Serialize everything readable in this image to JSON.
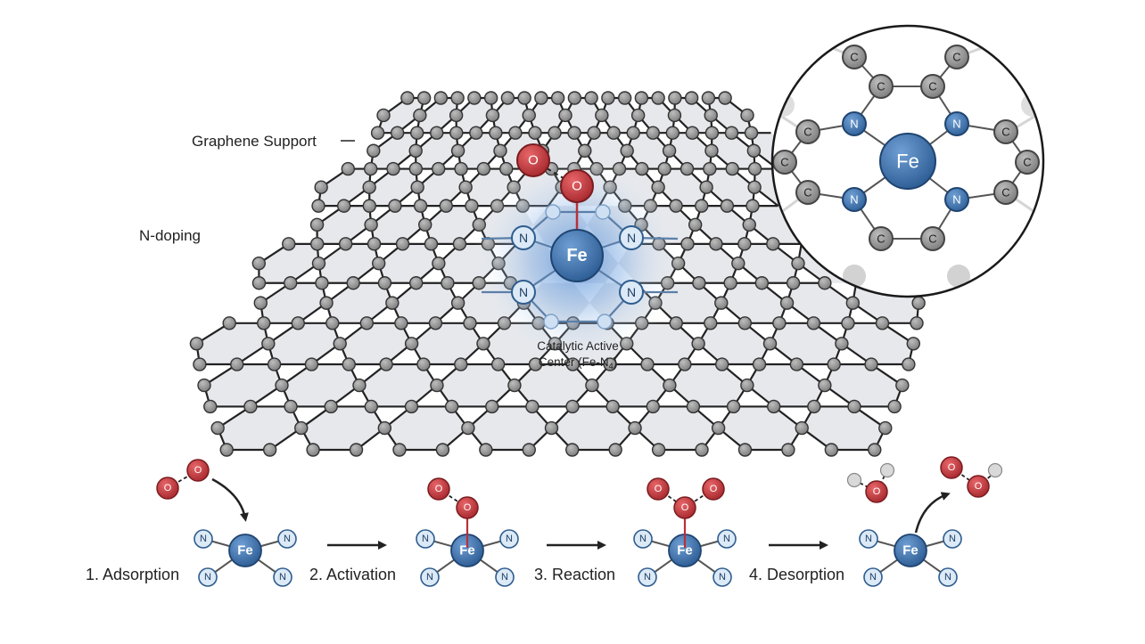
{
  "labels": {
    "graphene_support": "Graphene Support",
    "n_doping": "N-doping",
    "active_center_line1": "Catalytic Active",
    "active_center_line2": "Center (Fe-N",
    "active_center_sub": "4",
    "active_center_close": ")"
  },
  "atoms": {
    "iron": "Fe",
    "nitrogen": "N",
    "carbon": "C",
    "oxygen": "O"
  },
  "steps": [
    {
      "label": "1. Adsorption"
    },
    {
      "label": "2. Activation"
    },
    {
      "label": "3. Reaction"
    },
    {
      "label": "4. Desorption"
    }
  ],
  "colors": {
    "graphene_fill": "#e6e8ec",
    "graphene_edge": "#222222",
    "carbon_atom": "#8c8c8c",
    "nitrogen_fill": "#cfe0f3",
    "nitrogen_edge": "#3a6a9c",
    "nitrogen_dark": "#3f6fa3",
    "iron": "#3b6ea8",
    "oxygen": "#c8383c",
    "hydrogen": "#d8d8d8",
    "glow": "#4a86d6"
  }
}
